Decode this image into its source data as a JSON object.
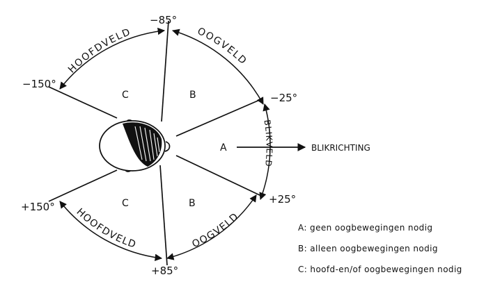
{
  "angles": {
    "top": "−85°",
    "bottom": "+85°",
    "upper_left": "−150°",
    "lower_left": "+150°",
    "upper_right": "−25°",
    "lower_right": "+25°"
  },
  "zones": {
    "a": "A",
    "b_upper": "B",
    "b_lower": "B",
    "c_upper": "C",
    "c_lower": "C"
  },
  "arcs": {
    "hoofdveld_upper": "HOOFDVELD",
    "oogveld_upper": "OOGVELD",
    "blikveld": "BLIKVELD",
    "oogveld_lower": "OOGVELD",
    "hoofdveld_lower": "HOOFDVELD"
  },
  "direction_label": "BLIKRICHTING",
  "legend": [
    {
      "text": "A: geen oogbewegingen nodig"
    },
    {
      "text": "B: alleen oogbewegingen nodig"
    },
    {
      "text": "C: hoofd-en/of oogbewegingen nodig"
    }
  ],
  "colors": {
    "ink": "#111111",
    "background": "#ffffff"
  },
  "icons": [
    "head-top-view-icon",
    "arrow-right-icon",
    "arrowhead-icon"
  ]
}
